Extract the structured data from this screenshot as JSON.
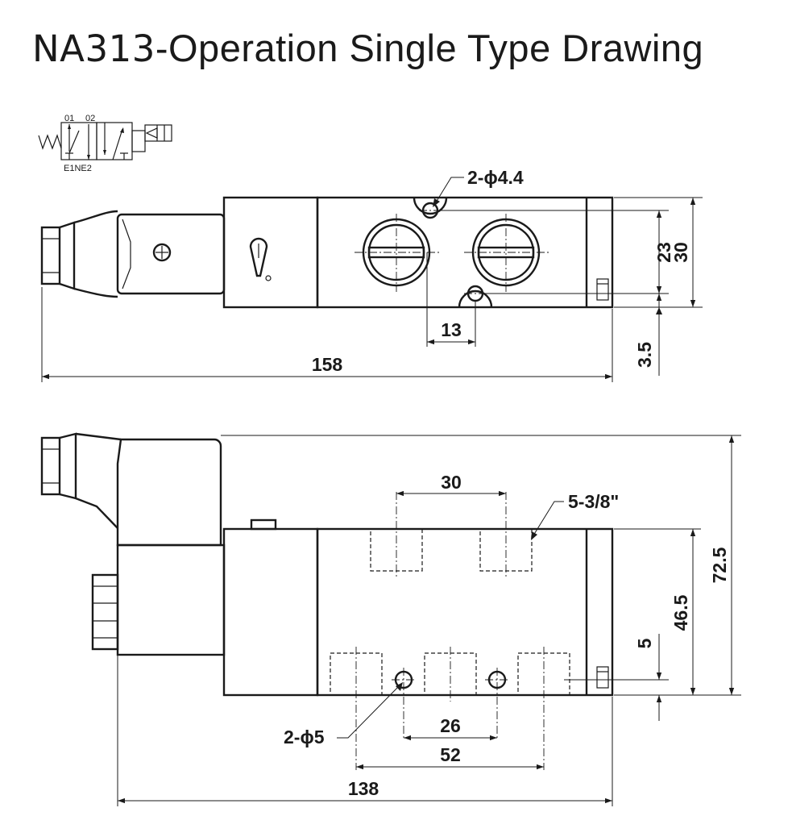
{
  "title": {
    "model": "NA313",
    "text": "-Operation Single Type Drawing"
  },
  "symbol": {
    "port_01": "01",
    "port_02": "02",
    "ports_bottom": "E1NE2"
  },
  "top_view": {
    "mount_holes": "2-ϕ4.4",
    "dim_23": "23",
    "dim_30": "30",
    "dim_13": "13",
    "dim_3_5": "3.5",
    "dim_158": "158"
  },
  "front_view": {
    "dim_30": "30",
    "ports": "5-3/8\"",
    "dim_72_5": "72.5",
    "dim_46_5": "46.5",
    "dim_5": "5",
    "holes": "2-ϕ5",
    "dim_26": "26",
    "dim_52": "52",
    "dim_138": "138"
  }
}
